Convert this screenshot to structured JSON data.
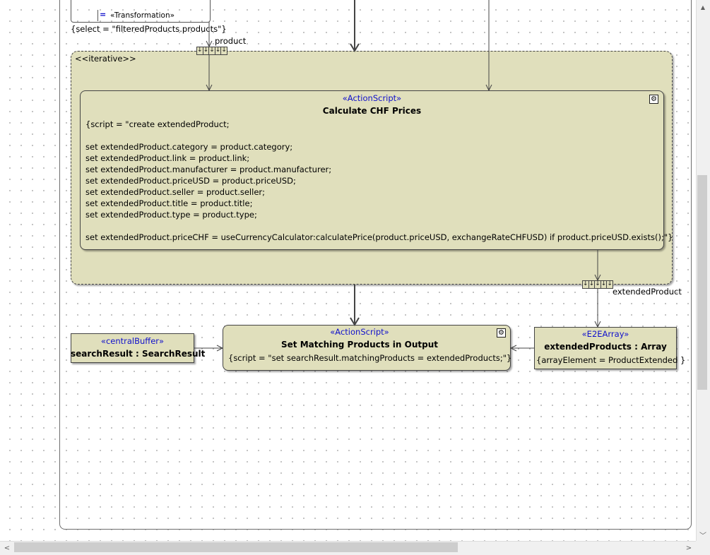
{
  "diagram": {
    "transformation": {
      "icon": "=",
      "stereotype": "«Transformation»",
      "constraint": "{select = \"filteredProducts.products\"}"
    },
    "iterative_region": {
      "label": "<<iterative>>",
      "input_pin_label": "product",
      "output_pin_label": "extendedProduct"
    },
    "calculate_action": {
      "stereotype": "«ActionScript»",
      "name": "Calculate CHF Prices",
      "script_lines": [
        "{script = \"create extendedProduct;",
        "",
        "set extendedProduct.category = product.category;",
        "set extendedProduct.link = product.link;",
        "set extendedProduct.manufacturer = product.manufacturer;",
        "set extendedProduct.priceUSD = product.priceUSD;",
        "set extendedProduct.seller = product.seller;",
        "set extendedProduct.title = product.title;",
        "set extendedProduct.type = product.type;",
        "",
        "set extendedProduct.priceCHF = useCurrencyCalculator:calculatePrice(product.priceUSD, exchangeRateCHFUSD) if product.priceUSD.exists();\"}"
      ]
    },
    "central_buffer": {
      "stereotype": "«centralBuffer»",
      "name": "searchResult : SearchResult"
    },
    "set_matching_action": {
      "stereotype": "«ActionScript»",
      "name": "Set Matching Products in Output",
      "script": "{script = \"set searchResult.matchingProducts = extendedProducts;\"}"
    },
    "e2e_array": {
      "stereotype": "«E2EArray»",
      "name": "extendedProducts : Array",
      "constraint": "{arrayElement = ProductExtended }"
    },
    "pin_glyph": "↓"
  },
  "scrollbars": {
    "up_arrow": "▲",
    "down_arrow": "﹀",
    "left_arrow": "<",
    "right_arrow": ">"
  },
  "colors": {
    "fill": "#e0dfbc",
    "stereotype": "#1010cc",
    "border": "#444444"
  }
}
